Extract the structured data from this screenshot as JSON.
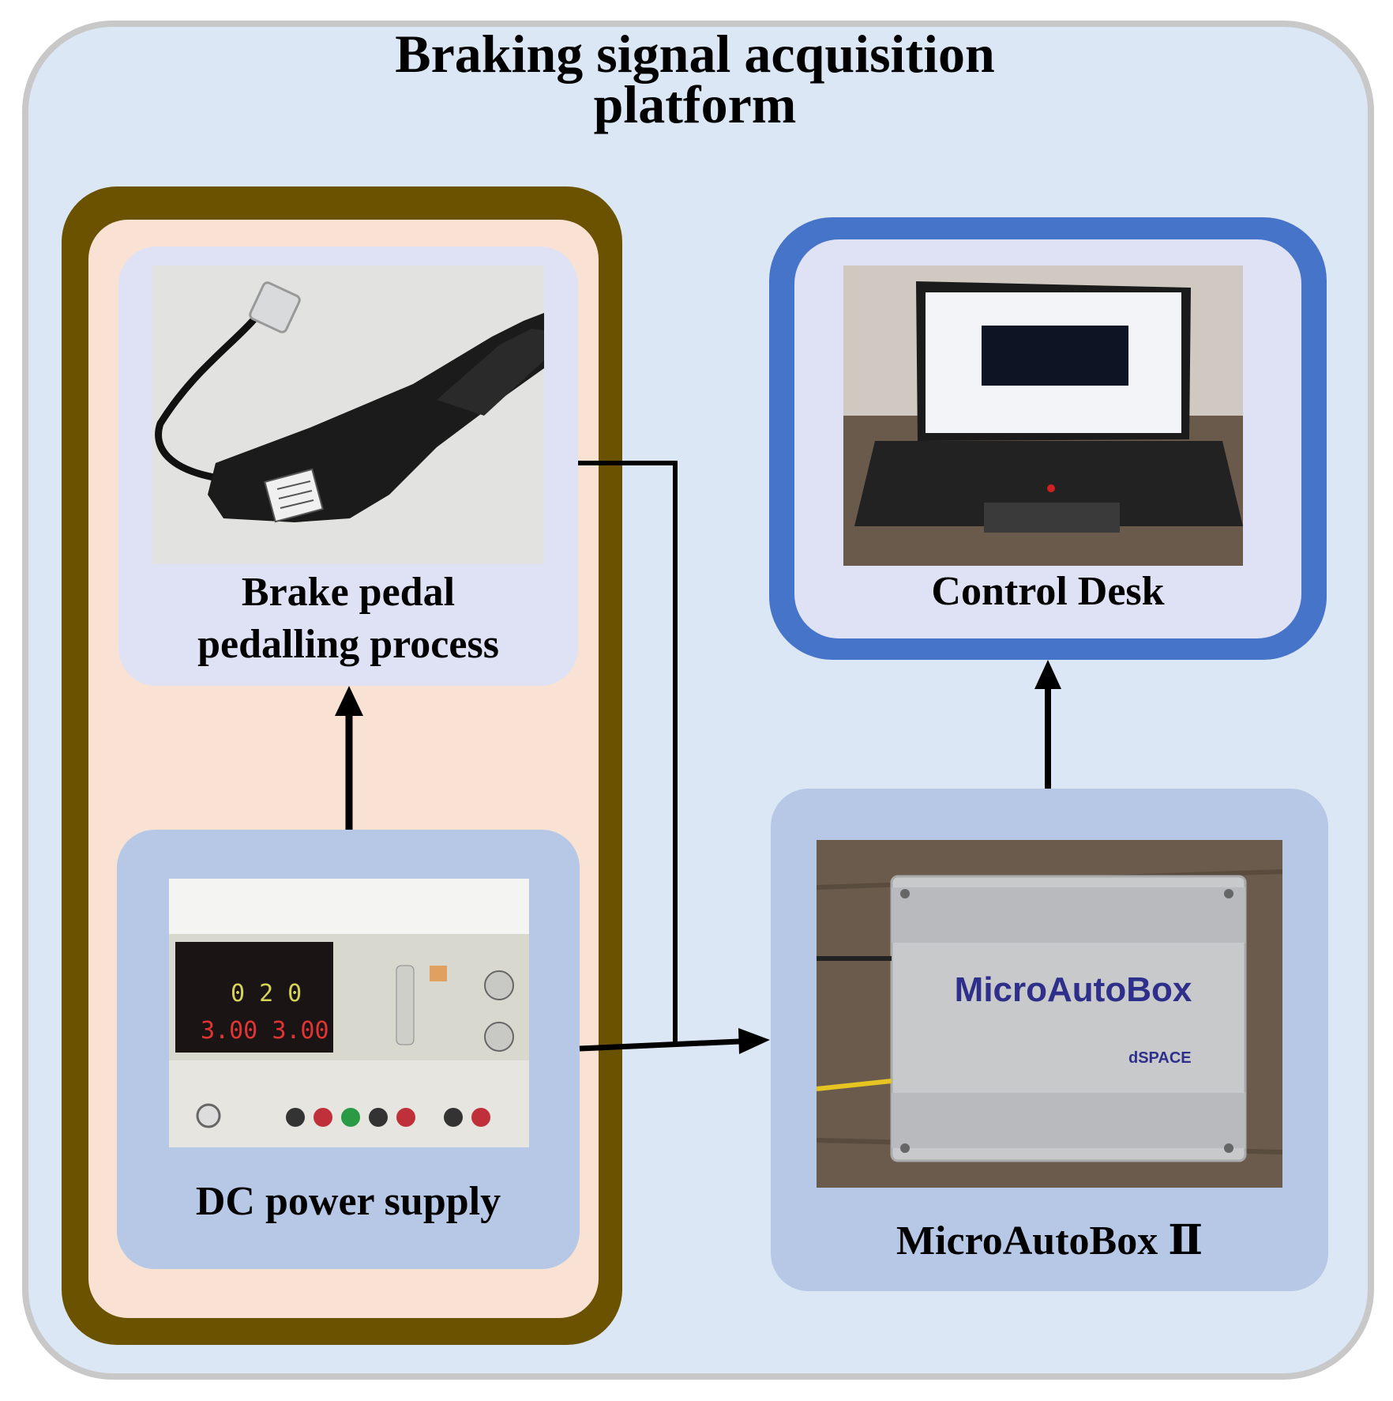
{
  "title": "Braking signal acquisition\nplatform",
  "nodes": {
    "pedal": {
      "label": "Brake pedal\npedalling process"
    },
    "dc_supply": {
      "label": "DC power supply",
      "display_top": [
        "0",
        "2",
        "0"
      ],
      "display_bottom": [
        "3.00",
        "3.00"
      ]
    },
    "control_desk": {
      "label": "Control Desk"
    },
    "microautobox": {
      "label": "MicroAutoBox Ⅱ",
      "device_brand": "MicroAutoBox",
      "device_maker": "dSPACE"
    }
  },
  "colors": {
    "platform_bg": "#dbe7f4",
    "left_group_border": "#6b5200",
    "left_group_fill": "#f9e2d4",
    "control_desk_border": "#4674c8",
    "card_light": "#dfe2f4",
    "card_blue": "#b7c8e7",
    "arrow": "#000000"
  },
  "edges": [
    {
      "from": "dc_supply",
      "to": "pedal"
    },
    {
      "from": "pedal",
      "to": "microautobox"
    },
    {
      "from": "dc_supply",
      "to": "microautobox"
    },
    {
      "from": "microautobox",
      "to": "control_desk"
    }
  ]
}
